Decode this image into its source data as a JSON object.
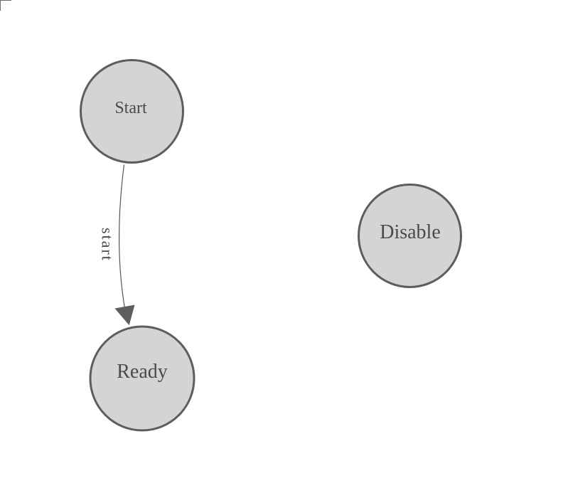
{
  "canvas": {
    "corner_mark": "corner-bracket"
  },
  "palette": {
    "background": "#ffffff",
    "node_fill": "#d4d4d4",
    "node_stroke": "#5d5d5d",
    "edge_color": "#565656",
    "arrow_fill": "#5e5e5e",
    "text_color": "#4a4a4a"
  },
  "diagram": {
    "nodes": [
      {
        "id": "start",
        "label": "Start"
      },
      {
        "id": "ready",
        "label": "Ready"
      },
      {
        "id": "disable",
        "label": "Disable"
      }
    ],
    "edges": [
      {
        "from": "start",
        "to": "ready",
        "label": "start"
      }
    ]
  }
}
